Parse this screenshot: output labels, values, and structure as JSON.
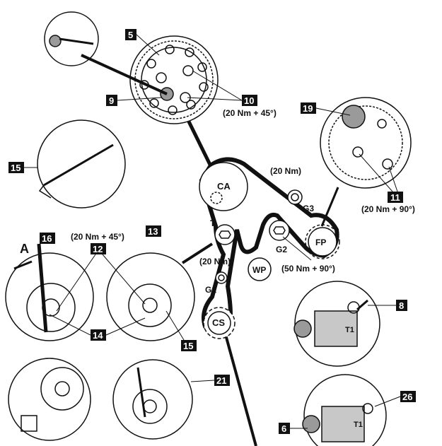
{
  "pulleys": {
    "camshaft": "CA",
    "tensioner": "T",
    "crankshaft": "CS",
    "water_pump": "WP",
    "fuel_pump": "FP",
    "guide1": "G1",
    "guide2": "G2",
    "guide3": "G3"
  },
  "callouts": {
    "c5": "5",
    "c9": "9",
    "c10": "10",
    "c15a": "15",
    "c19": "19",
    "c11": "11",
    "c16": "16",
    "c12": "12",
    "c13": "13",
    "c14": "14",
    "c15b": "15",
    "c8": "8",
    "c21": "21",
    "c26": "26",
    "c6": "6"
  },
  "torques": {
    "t10": "(20 Nm + 45°)",
    "tg3": "(20 Nm)",
    "t11": "(20 Nm + 90°)",
    "t12": "(20 Nm + 45°)",
    "tg1": "(20 Nm)",
    "tg2": "(50 Nm + 90°)"
  },
  "detail_labels": {
    "view_a": "A",
    "t1_top": "T1",
    "t1_bottom": "T1"
  },
  "colors": {
    "ink": "#111111",
    "label_box": "#111111",
    "shade": "#9a9a9a"
  }
}
